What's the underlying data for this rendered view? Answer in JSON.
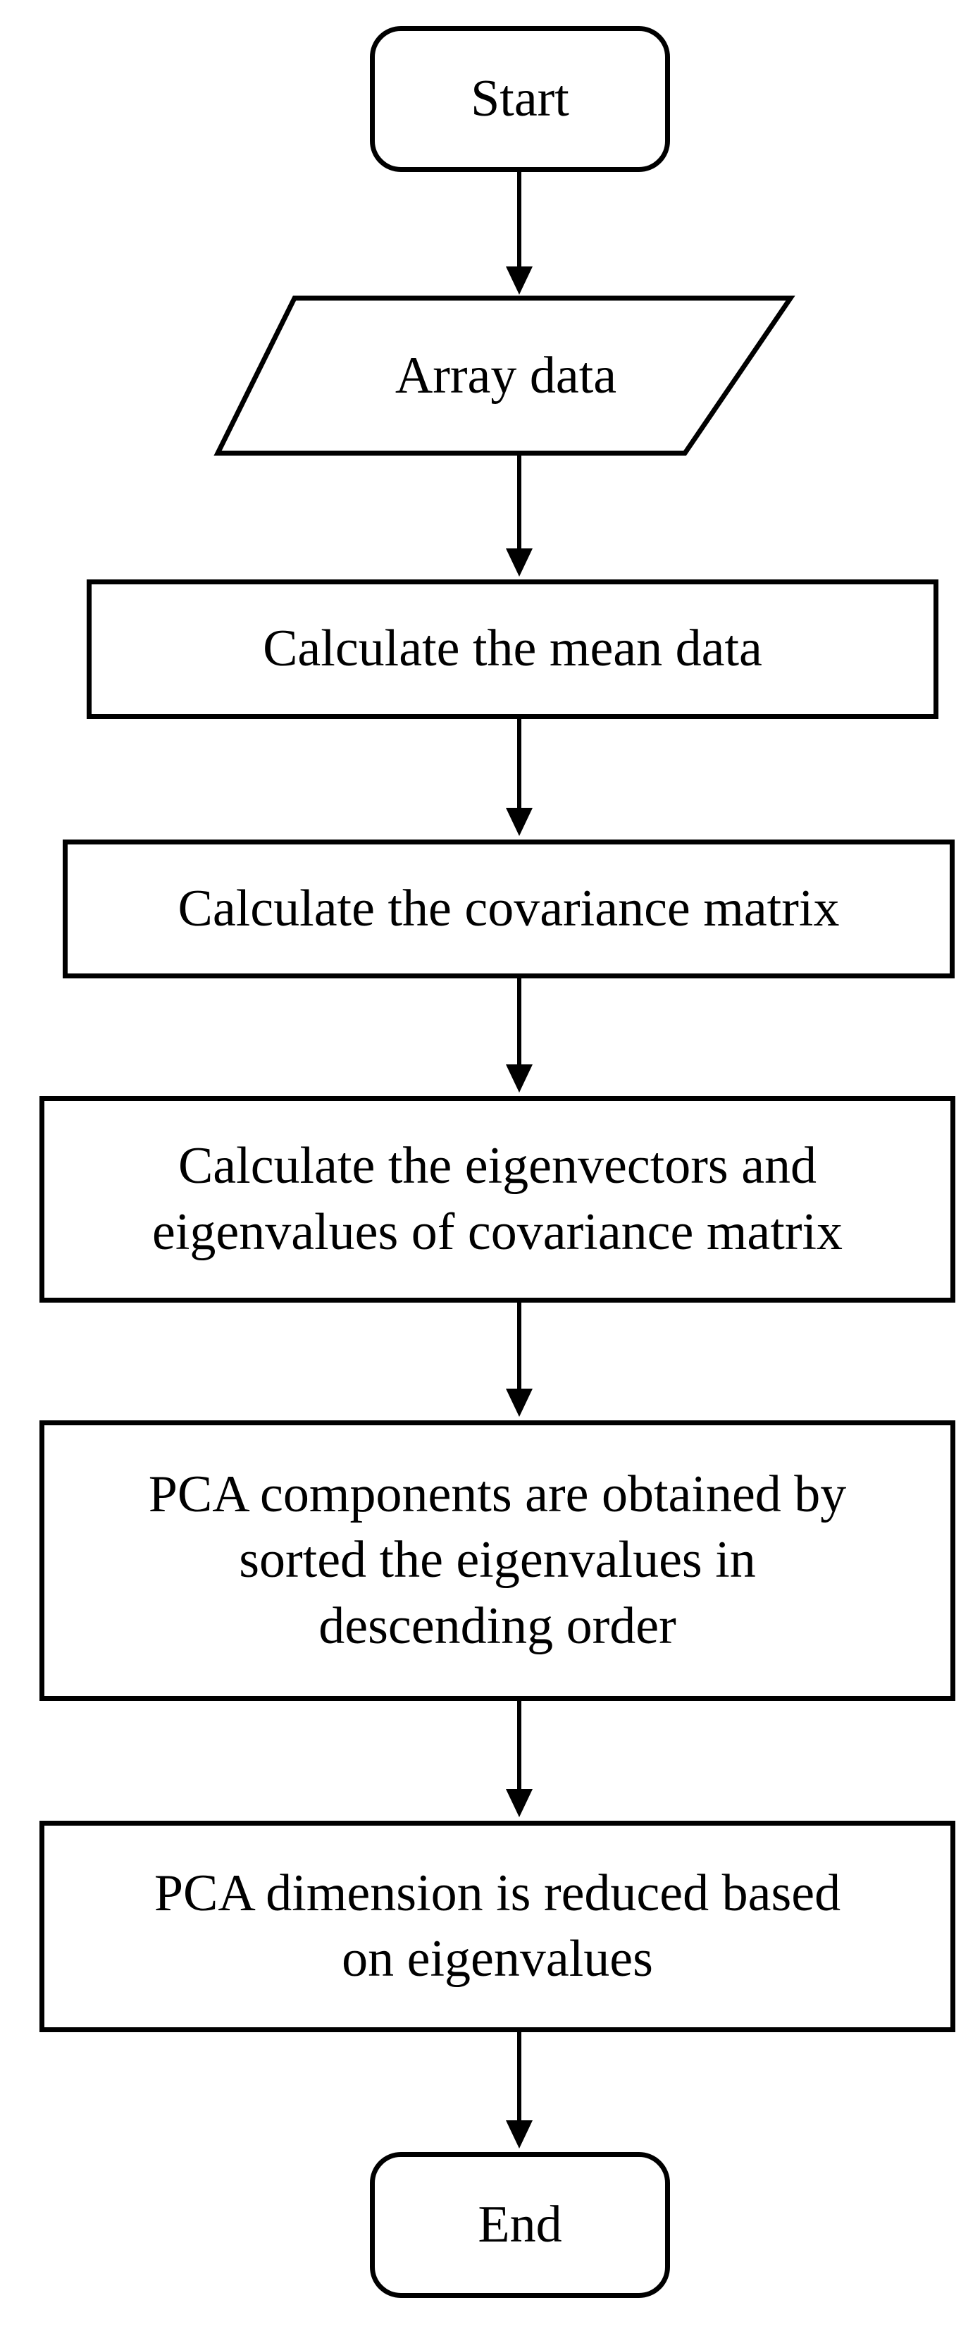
{
  "flowchart": {
    "start": "Start",
    "input": "Array data",
    "step1": "Calculate the mean data",
    "step2": "Calculate the covariance matrix",
    "step3": "Calculate the eigenvectors and\neigenvalues of covariance matrix",
    "step4": "PCA components are obtained by\nsorted the eigenvalues in\ndescending order",
    "step5": "PCA dimension is reduced based\non eigenvalues",
    "end": "End"
  },
  "colors": {
    "stroke": "#000000",
    "background": "#ffffff"
  }
}
